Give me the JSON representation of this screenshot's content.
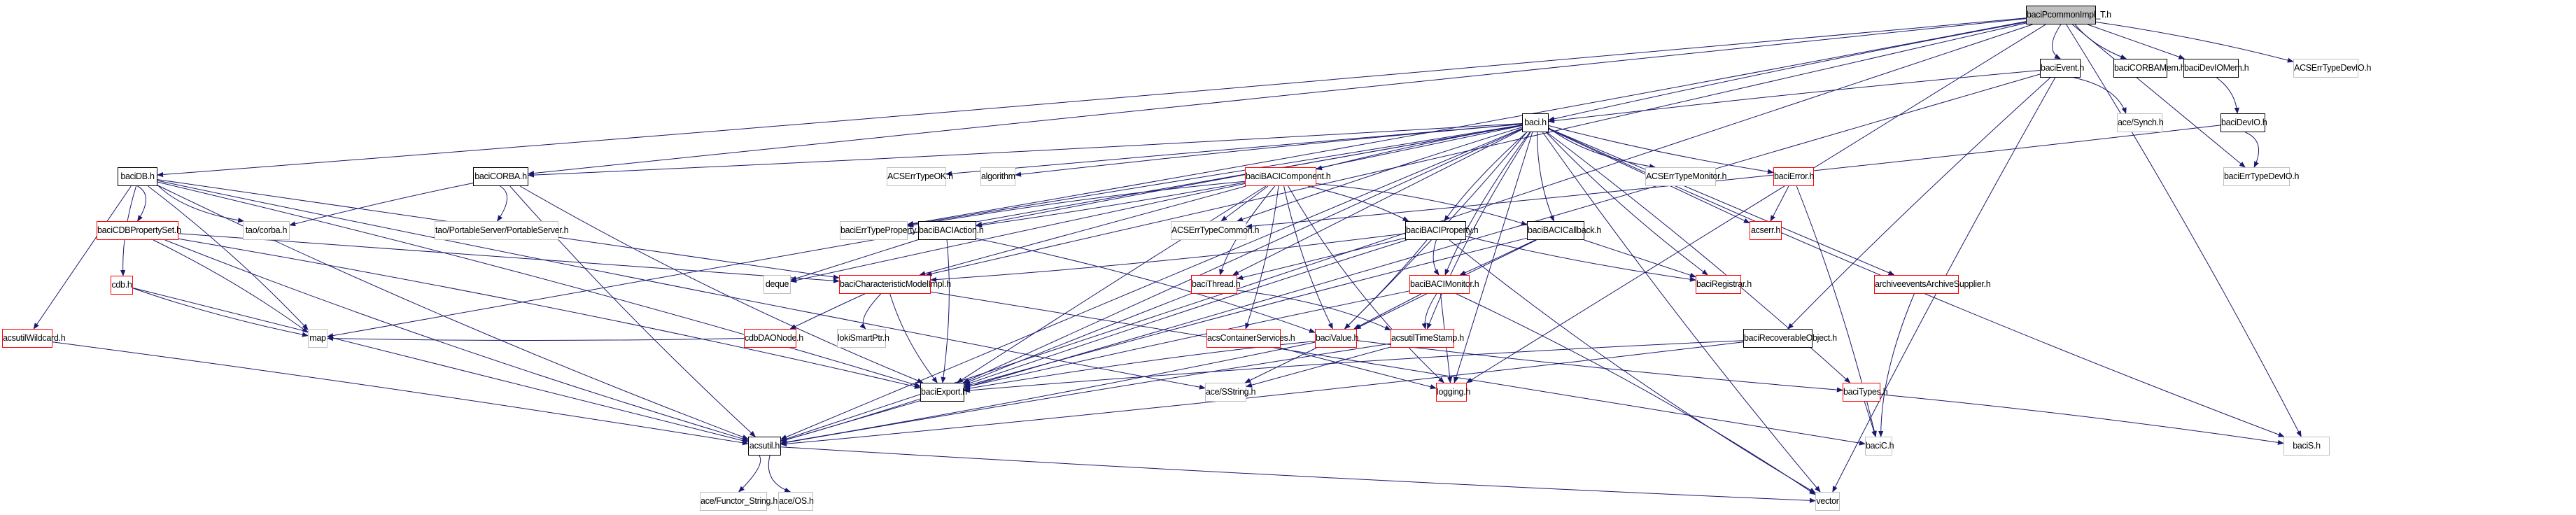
{
  "title": "Include dependency graph for baciPcommonImpl_T.h",
  "colors": {
    "edge": "#191970",
    "root_fill": "#bfbfbf",
    "documented_border": "#000000",
    "truncated_border": "#ff0000",
    "external_border": "#bfbfbf"
  },
  "nodes": [
    {
      "id": "baciPcommonImpl_T",
      "label": "baciPcommonImpl_T.h",
      "kind": "root"
    },
    {
      "id": "baciEvent",
      "label": "baciEvent.h",
      "kind": "black"
    },
    {
      "id": "baciCORBAMem",
      "label": "baciCORBAMem.h",
      "kind": "black"
    },
    {
      "id": "baciDevIOMem",
      "label": "baciDevIOMem.h",
      "kind": "black"
    },
    {
      "id": "ACSErrTypeDevIO",
      "label": "ACSErrTypeDevIO.h",
      "kind": "gray"
    },
    {
      "id": "baci",
      "label": "baci.h",
      "kind": "black"
    },
    {
      "id": "aceSynch",
      "label": "ace/Synch.h",
      "kind": "gray"
    },
    {
      "id": "baciDevIO",
      "label": "baciDevIO.h",
      "kind": "black"
    },
    {
      "id": "baciErrTypeDevIO",
      "label": "baciErrTypeDevIO.h",
      "kind": "gray"
    },
    {
      "id": "baciDB",
      "label": "baciDB.h",
      "kind": "black"
    },
    {
      "id": "baciCORBA",
      "label": "baciCORBA.h",
      "kind": "black"
    },
    {
      "id": "ACSErrTypeOK",
      "label": "ACSErrTypeOK.h",
      "kind": "gray"
    },
    {
      "id": "algorithm",
      "label": "algorithm",
      "kind": "gray"
    },
    {
      "id": "baciBACIComponent",
      "label": "baciBACIComponent.h",
      "kind": "red"
    },
    {
      "id": "ACSErrTypeMonitor",
      "label": "ACSErrTypeMonitor.h",
      "kind": "gray"
    },
    {
      "id": "baciError",
      "label": "baciError.h",
      "kind": "red"
    },
    {
      "id": "baciCDBPropertySet",
      "label": "baciCDBPropertySet.h",
      "kind": "red"
    },
    {
      "id": "taoCorba",
      "label": "tao/corba.h",
      "kind": "gray"
    },
    {
      "id": "taoPortableServer",
      "label": "tao/PortableServer/PortableServer.h",
      "kind": "gray"
    },
    {
      "id": "baciErrTypeProperty",
      "label": "baciErrTypeProperty.h",
      "kind": "gray"
    },
    {
      "id": "baciBACIAction",
      "label": "baciBACIAction.h",
      "kind": "black"
    },
    {
      "id": "ACSErrTypeCommon",
      "label": "ACSErrTypeCommon.h",
      "kind": "gray"
    },
    {
      "id": "baciBACIProperty",
      "label": "baciBACIProperty.h",
      "kind": "black"
    },
    {
      "id": "baciBACICallback",
      "label": "baciBACICallback.h",
      "kind": "black"
    },
    {
      "id": "acserr",
      "label": "acserr.h",
      "kind": "red"
    },
    {
      "id": "cdb",
      "label": "cdb.h",
      "kind": "red"
    },
    {
      "id": "deque",
      "label": "deque",
      "kind": "gray"
    },
    {
      "id": "baciCharacteristicModelImpl",
      "label": "baciCharacteristicModelImpl.h",
      "kind": "red"
    },
    {
      "id": "baciThread",
      "label": "baciThread.h",
      "kind": "red"
    },
    {
      "id": "baciBACIMonitor",
      "label": "baciBACIMonitor.h",
      "kind": "red"
    },
    {
      "id": "baciRegistrar",
      "label": "baciRegistrar.h",
      "kind": "red"
    },
    {
      "id": "archiveeventsArchiveSupplier",
      "label": "archiveeventsArchiveSupplier.h",
      "kind": "red"
    },
    {
      "id": "acsutilWildcard",
      "label": "acsutilWildcard.h",
      "kind": "red"
    },
    {
      "id": "map",
      "label": "map",
      "kind": "gray"
    },
    {
      "id": "cdbDAONode",
      "label": "cdbDAONode.h",
      "kind": "red"
    },
    {
      "id": "lokiSmartPtr",
      "label": "lokiSmartPtr.h",
      "kind": "gray"
    },
    {
      "id": "acsContainerServices",
      "label": "acsContainerServices.h",
      "kind": "red"
    },
    {
      "id": "baciValue",
      "label": "baciValue.h",
      "kind": "red"
    },
    {
      "id": "acsutilTimeStamp",
      "label": "acsutilTimeStamp.h",
      "kind": "red"
    },
    {
      "id": "baciRecoverableObject",
      "label": "baciRecoverableObject.h",
      "kind": "black"
    },
    {
      "id": "baciExport",
      "label": "baciExport.h",
      "kind": "black"
    },
    {
      "id": "aceSString",
      "label": "ace/SString.h",
      "kind": "gray"
    },
    {
      "id": "logging",
      "label": "logging.h",
      "kind": "red"
    },
    {
      "id": "baciTypes",
      "label": "baciTypes.h",
      "kind": "red"
    },
    {
      "id": "acsutil",
      "label": "acsutil.h",
      "kind": "black"
    },
    {
      "id": "baciC",
      "label": "baciC.h",
      "kind": "gray"
    },
    {
      "id": "baciS",
      "label": "baciS.h",
      "kind": "gray"
    },
    {
      "id": "aceFunctorString",
      "label": "ace/Functor_String.h",
      "kind": "gray"
    },
    {
      "id": "aceOS",
      "label": "ace/OS.h",
      "kind": "gray"
    },
    {
      "id": "vector",
      "label": "vector",
      "kind": "gray"
    }
  ],
  "edges": [
    [
      "baciPcommonImpl_T",
      "baciEvent"
    ],
    [
      "baciPcommonImpl_T",
      "baciCORBAMem"
    ],
    [
      "baciPcommonImpl_T",
      "baciDevIOMem"
    ],
    [
      "baciPcommonImpl_T",
      "ACSErrTypeDevIO"
    ],
    [
      "baciPcommonImpl_T",
      "baci"
    ],
    [
      "baciPcommonImpl_T",
      "baciDB"
    ],
    [
      "baciPcommonImpl_T",
      "baciCORBA"
    ],
    [
      "baciPcommonImpl_T",
      "baciErrTypeDevIO"
    ],
    [
      "baciPcommonImpl_T",
      "baciS"
    ],
    [
      "baciPcommonImpl_T",
      "acsutil"
    ],
    [
      "baciPcommonImpl_T",
      "baciErrTypeProperty"
    ],
    [
      "baciPcommonImpl_T",
      "baciCharacteristicModelImpl"
    ],
    [
      "baciPcommonImpl_T",
      "logging"
    ],
    [
      "baciEvent",
      "baci"
    ],
    [
      "baciEvent",
      "aceSynch"
    ],
    [
      "baciEvent",
      "baciRecoverableObject"
    ],
    [
      "baciEvent",
      "vector"
    ],
    [
      "baciEvent",
      "acsutil"
    ],
    [
      "baciDevIOMem",
      "baciDevIO"
    ],
    [
      "baciDevIO",
      "baciErrTypeDevIO"
    ],
    [
      "baciDevIO",
      "ACSErrTypeCommon"
    ],
    [
      "baci",
      "baciCORBA"
    ],
    [
      "baci",
      "ACSErrTypeOK"
    ],
    [
      "baci",
      "algorithm"
    ],
    [
      "baci",
      "baciBACIComponent"
    ],
    [
      "baci",
      "ACSErrTypeMonitor"
    ],
    [
      "baci",
      "baciError"
    ],
    [
      "baci",
      "baciErrTypeProperty"
    ],
    [
      "baci",
      "baciBACIAction"
    ],
    [
      "baci",
      "ACSErrTypeCommon"
    ],
    [
      "baci",
      "baciBACIProperty"
    ],
    [
      "baci",
      "baciBACICallback"
    ],
    [
      "baci",
      "acserr"
    ],
    [
      "baci",
      "deque"
    ],
    [
      "baci",
      "baciThread"
    ],
    [
      "baci",
      "baciBACIMonitor"
    ],
    [
      "baci",
      "baciRegistrar"
    ],
    [
      "baci",
      "archiveeventsArchiveSupplier"
    ],
    [
      "baci",
      "map"
    ],
    [
      "baci",
      "baciValue"
    ],
    [
      "baci",
      "acsutilTimeStamp"
    ],
    [
      "baci",
      "baciExport"
    ],
    [
      "baci",
      "logging"
    ],
    [
      "baci",
      "baciTypes"
    ],
    [
      "baci",
      "acsutil"
    ],
    [
      "baci",
      "baciS"
    ],
    [
      "baci",
      "vector"
    ],
    [
      "baciError",
      "acserr"
    ],
    [
      "baciError",
      "baciC"
    ],
    [
      "baciDB",
      "baciCDBPropertySet"
    ],
    [
      "baciDB",
      "taoCorba"
    ],
    [
      "baciDB",
      "cdb"
    ],
    [
      "baciDB",
      "acsutilWildcard"
    ],
    [
      "baciDB",
      "map"
    ],
    [
      "baciDB",
      "baciExport"
    ],
    [
      "baciDB",
      "acsutil"
    ],
    [
      "baciDB",
      "aceSString"
    ],
    [
      "baciDB",
      "baciCharacteristicModelImpl"
    ],
    [
      "baciCORBA",
      "taoCorba"
    ],
    [
      "baciCORBA",
      "taoPortableServer"
    ],
    [
      "baciCORBA",
      "baciExport"
    ],
    [
      "baciCORBA",
      "acsutil"
    ],
    [
      "baciCDBPropertySet",
      "baciCharacteristicModelImpl"
    ],
    [
      "baciCDBPropertySet",
      "map"
    ],
    [
      "baciCDBPropertySet",
      "baciExport"
    ],
    [
      "baciCDBPropertySet",
      "acsutil"
    ],
    [
      "baciBACIComponent",
      "baciBACIAction"
    ],
    [
      "baciBACIComponent",
      "ACSErrTypeCommon"
    ],
    [
      "baciBACIComponent",
      "baciBACIProperty"
    ],
    [
      "baciBACIComponent",
      "baciBACICallback"
    ],
    [
      "baciBACIComponent",
      "baciThread"
    ],
    [
      "baciBACIComponent",
      "baciValue"
    ],
    [
      "baciBACIComponent",
      "baciCharacteristicModelImpl"
    ],
    [
      "baciBACIComponent",
      "acsContainerServices"
    ],
    [
      "baciBACIComponent",
      "baciErrTypeProperty"
    ],
    [
      "baciBACIComponent",
      "logging"
    ],
    [
      "baciBACIComponent",
      "baciExport"
    ],
    [
      "baciBACIAction",
      "deque"
    ],
    [
      "baciBACIAction",
      "baciExport"
    ],
    [
      "baciBACIAction",
      "baciValue"
    ],
    [
      "baciBACIProperty",
      "baciCharacteristicModelImpl"
    ],
    [
      "baciBACIProperty",
      "baciBACIMonitor"
    ],
    [
      "baciBACIProperty",
      "baciThread"
    ],
    [
      "baciBACIProperty",
      "baciValue"
    ],
    [
      "baciBACIProperty",
      "baciExport"
    ],
    [
      "baciBACIProperty",
      "vector"
    ],
    [
      "baciBACIProperty",
      "baciRegistrar"
    ],
    [
      "baciBACICallback",
      "baciRegistrar"
    ],
    [
      "baciBACICallback",
      "baciValue"
    ],
    [
      "baciBACICallback",
      "baciExport"
    ],
    [
      "baciBACICallback",
      "baciBACIMonitor"
    ],
    [
      "cdb",
      "map"
    ],
    [
      "cdb",
      "acsutil"
    ],
    [
      "acsutilWildcard",
      "acsutil"
    ],
    [
      "baciCharacteristicModelImpl",
      "cdbDAONode"
    ],
    [
      "baciCharacteristicModelImpl",
      "lokiSmartPtr"
    ],
    [
      "baciCharacteristicModelImpl",
      "baciExport"
    ],
    [
      "baciCharacteristicModelImpl",
      "baciC"
    ],
    [
      "baciThread",
      "baciExport"
    ],
    [
      "baciThread",
      "acsutilTimeStamp"
    ],
    [
      "baciBACIMonitor",
      "baciValue"
    ],
    [
      "baciBACIMonitor",
      "acsutilTimeStamp"
    ],
    [
      "baciBACIMonitor",
      "logging"
    ],
    [
      "baciBACIMonitor",
      "baciExport"
    ],
    [
      "baciBACIMonitor",
      "vector"
    ],
    [
      "archiveeventsArchiveSupplier",
      "baciC"
    ],
    [
      "cdbDAONode",
      "map"
    ],
    [
      "acsContainerServices",
      "logging"
    ],
    [
      "baciValue",
      "aceSString"
    ],
    [
      "baciValue",
      "baciExport"
    ],
    [
      "baciValue",
      "acsutil"
    ],
    [
      "baciValue",
      "baciTypes"
    ],
    [
      "acsutilTimeStamp",
      "aceSString"
    ],
    [
      "acsutilTimeStamp",
      "acsutil"
    ],
    [
      "baciRecoverableObject",
      "baciExport"
    ],
    [
      "baciRecoverableObject",
      "acsutil"
    ],
    [
      "baciExport",
      "acsutil"
    ],
    [
      "baciTypes",
      "baciC"
    ],
    [
      "baciTypes",
      "baciS"
    ],
    [
      "acsutil",
      "aceFunctorString"
    ],
    [
      "acsutil",
      "aceOS"
    ],
    [
      "acsutil",
      "vector"
    ]
  ]
}
